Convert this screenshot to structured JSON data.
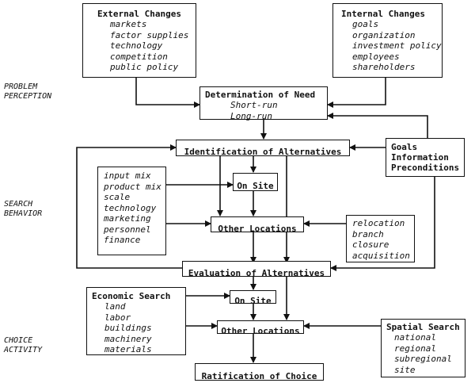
{
  "phases": {
    "problem": [
      "PROBLEM",
      "PERCEPTION"
    ],
    "search": [
      "SEARCH",
      "BEHAVIOR"
    ],
    "choice": [
      "CHOICE",
      "ACTIVITY"
    ]
  },
  "external": {
    "title": "External Changes",
    "items": [
      "markets",
      "factor supplies",
      "technology",
      "competition",
      "public policy"
    ]
  },
  "internal": {
    "title": "Internal Changes",
    "items": [
      "goals",
      "organization",
      "investment policy",
      "employees",
      "shareholders"
    ]
  },
  "need": {
    "title": "Determination of Need",
    "items": [
      "Short-run",
      "Long-run"
    ]
  },
  "identification": {
    "title": "Identification of Alternatives"
  },
  "goals_box": {
    "lines": [
      "Goals",
      "Information",
      "Preconditions"
    ]
  },
  "factors": {
    "items": [
      "input mix",
      "product mix",
      "scale",
      "technology",
      "marketing",
      "personnel",
      "finance"
    ]
  },
  "onsite1": {
    "title": "On Site"
  },
  "otherloc1": {
    "title": "Other Locations"
  },
  "relocation": {
    "items": [
      "relocation",
      "branch",
      "closure",
      "acquisition"
    ]
  },
  "evaluation": {
    "title": "Evaluation of Alternatives"
  },
  "economic": {
    "title": "Economic Search",
    "items": [
      "land",
      "labor",
      "buildings",
      "machinery",
      "materials"
    ]
  },
  "onsite2": {
    "title": "On Site"
  },
  "otherloc2": {
    "title": "Other Locations"
  },
  "spatial": {
    "title": "Spatial Search",
    "items": [
      "national",
      "regional",
      "subregional",
      "site"
    ]
  },
  "ratification": {
    "title": "Ratification of Choice"
  }
}
